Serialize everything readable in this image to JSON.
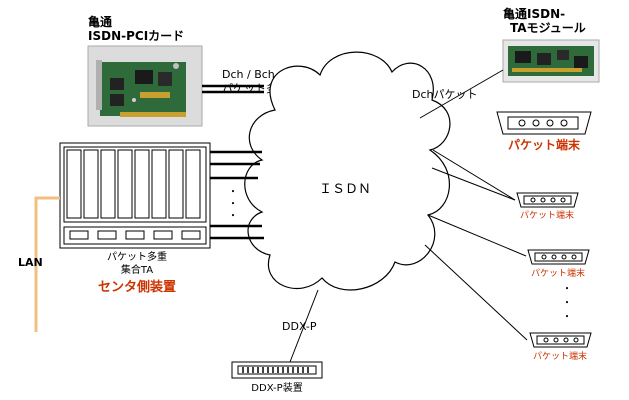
{
  "pci_card": {
    "title_line1": "亀通",
    "title_line2": "ISDN-PCIカード",
    "link_label_line1": "Dch / Bch",
    "link_label_line2": "パケット多重"
  },
  "ta_module": {
    "title_line1": "亀通ISDN-",
    "title_line2": "TAモジュール",
    "link_label": "Dchパケット"
  },
  "network": {
    "cloud_label": "ＩＳＤＮ",
    "ellipsis": "・"
  },
  "center": {
    "label_line1": "パケット多重",
    "label_line2": "集合TA",
    "site_label": "センタ側装置",
    "lan_label": "LAN"
  },
  "ddx": {
    "link_label": "DDX-P",
    "device_label": "DDX-P装置"
  },
  "terminals": {
    "large_label": "パケット端末",
    "small_label": "パケット端末"
  },
  "colors": {
    "accent_red": "#cc3300",
    "lan_line": "#f0c080"
  }
}
